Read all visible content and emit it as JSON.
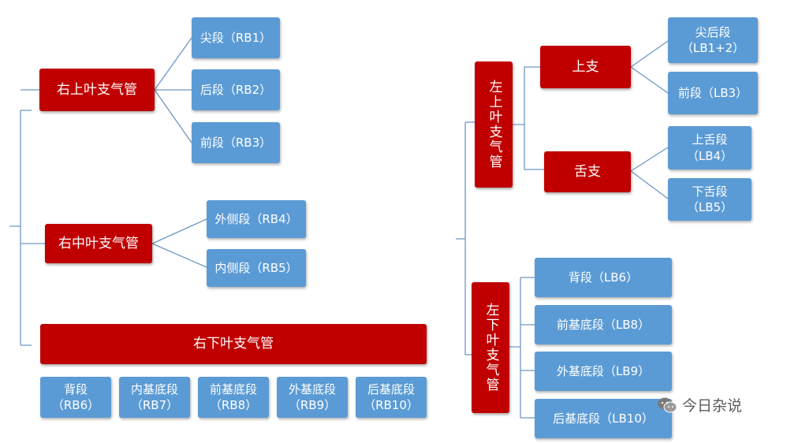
{
  "right": {
    "upper": {
      "label": "右上叶支气管",
      "segments": [
        "尖段（RB1）",
        "后段（RB2）",
        "前段（RB3）"
      ]
    },
    "middle": {
      "label": "右中叶支气管",
      "segments": [
        "外侧段（RB4）",
        "内侧段（RB5）"
      ]
    },
    "lower": {
      "label": "右下叶支气管",
      "segments": [
        "背段\n（RB6）",
        "内基底段\n（RB7）",
        "前基底段\n（RB8）",
        "外基底段\n（RB9）",
        "后基底段\n（RB10）"
      ]
    }
  },
  "left": {
    "upper": {
      "label": "左上叶支气管",
      "upper_division": {
        "label": "上支",
        "segments": [
          "尖后段\n（LB1+2）",
          "前段（LB3）"
        ]
      },
      "lingula": {
        "label": "舌支",
        "segments": [
          "上舌段\n（LB4）",
          "下舌段\n（LB5）"
        ]
      }
    },
    "lower": {
      "label": "左下叶支气管",
      "segments": [
        "背段（LB6）",
        "前基底段（LB8）",
        "外基底段（LB9）",
        "后基底段（LB10）"
      ]
    }
  },
  "watermark": {
    "text": "今日杂说",
    "icon": "wechat-icon"
  },
  "colors": {
    "bronchus_red": "#c00000",
    "segment_blue": "#5b9bd5",
    "connector": "#5f8fbf"
  }
}
